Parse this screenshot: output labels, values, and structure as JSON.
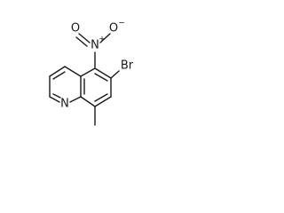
{
  "diagram": {
    "type": "chemical-structure",
    "atom_labels": {
      "ring_nitrogen": "N",
      "nitro_nitrogen": "N",
      "nitro_charge_plus": "+",
      "nitro_oxygen_single": "O",
      "nitro_charge_minus": "−",
      "nitro_oxygen_double": "O",
      "bromine": "Br"
    },
    "colors": {
      "bond": "#1a1a1a",
      "text": "#1a1a1a",
      "background": "#ffffff"
    }
  }
}
